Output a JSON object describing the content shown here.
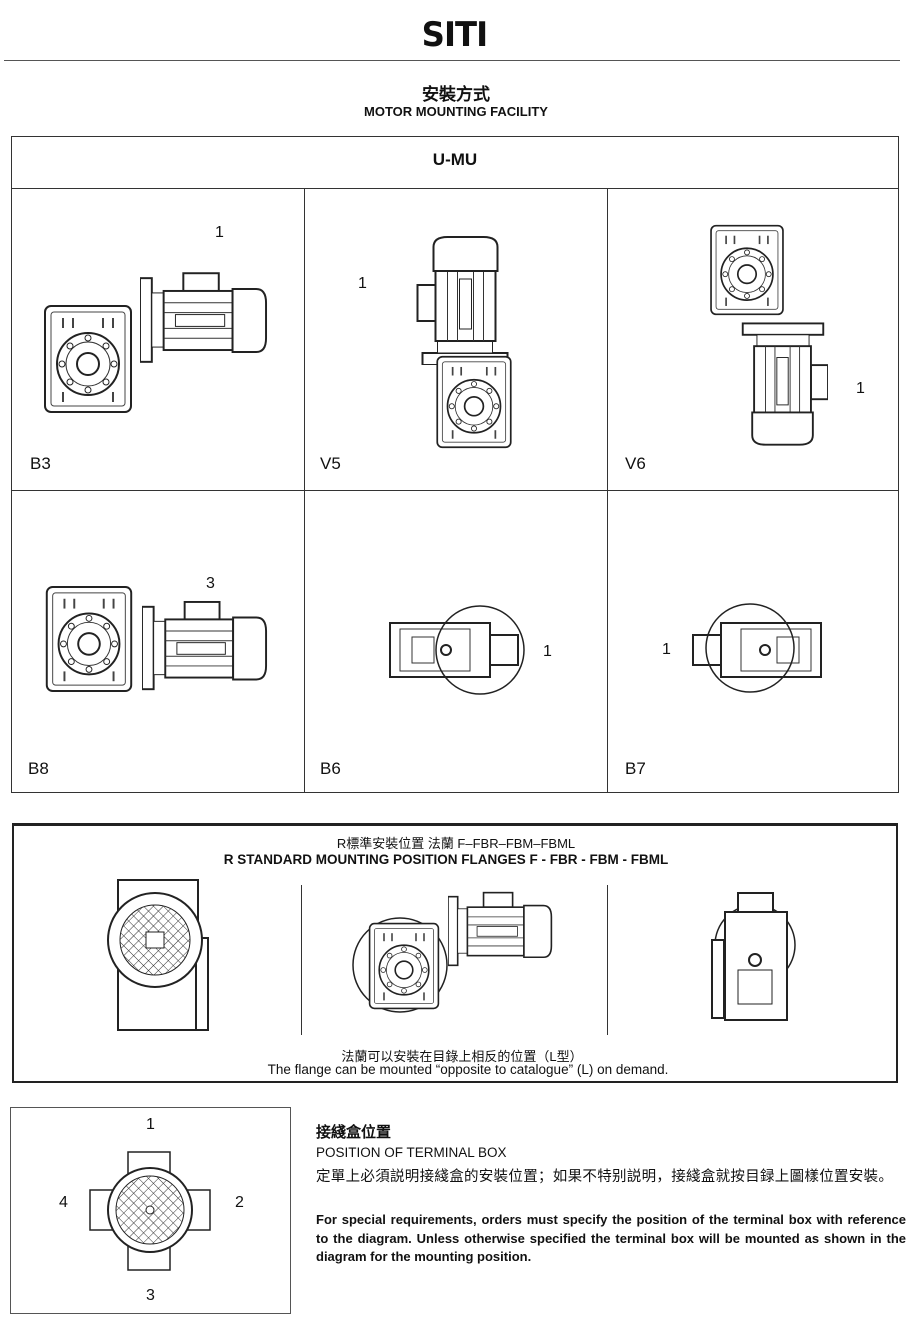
{
  "header": {
    "logo": "SITI",
    "title_cn": "安裝方式",
    "title_en": "MOTOR MOUNTING FACILITY"
  },
  "table": {
    "title": "U-MU",
    "cells": [
      {
        "label": "B3",
        "box": "1"
      },
      {
        "label": "V5",
        "box": "1"
      },
      {
        "label": "V6",
        "box": "1"
      },
      {
        "label": "B8",
        "box": "3"
      },
      {
        "label": "B6",
        "box": "1"
      },
      {
        "label": "B7",
        "box": "1"
      }
    ]
  },
  "flanges": {
    "title_cn": "R標準安裝位置 法蘭 F–FBR–FBM–FBML",
    "title_en": "R STANDARD MOUNTING POSITION FLANGES F - FBR - FBM - FBML",
    "note_cn": "法蘭可以安裝在目錄上相反的位置（L型）",
    "note_en": "The flange can be mounted “opposite to catalogue” (L) on demand."
  },
  "terminal": {
    "positions": [
      "1",
      "2",
      "3",
      "4"
    ],
    "title_cn": "接綫盒位置",
    "title_en": "POSITION OF TERMINAL BOX",
    "text_cn": "定單上必須説明接綫盒的安裝位置；如果不特别説明，接綫盒就按目録上圖樣位置安裝。",
    "text_en": "For special requirements, orders must specify the position of the terminal box with reference to the diagram. Unless otherwise specified the terminal box will be mounted as shown in the diagram for the mounting position."
  }
}
